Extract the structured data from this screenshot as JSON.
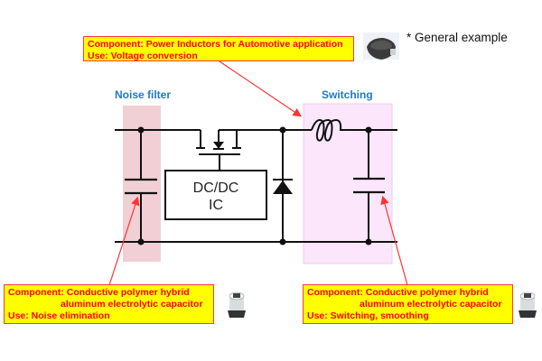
{
  "note": "* General example",
  "sections": {
    "noise_filter": "Noise filter",
    "switching": "Switching"
  },
  "ic": {
    "line1": "DC/DC",
    "line2": "IC"
  },
  "callouts": {
    "inductor": {
      "component": "Component: Power Inductors for Automotive application",
      "use": "Use: Voltage conversion",
      "image": "power-inductor-photo"
    },
    "noise_capacitor": {
      "component_line1": "Component:  Conductive polymer hybrid",
      "component_line2": "aluminum electrolytic capacitor",
      "use": "Use: Noise elimination",
      "image": "smd-electrolytic-capacitor-photo"
    },
    "switching_capacitor": {
      "component_line1": "Component: Conductive polymer hybrid",
      "component_line2": "aluminum electrolytic capacitor",
      "use": "Use: Switching, smoothing",
      "image": "smd-electrolytic-capacitor-photo"
    }
  },
  "colors": {
    "callout_bg": "#ffff00",
    "callout_text": "#ff0000",
    "pointer": "#ff3333",
    "noise_region": "#f0cfd5",
    "switching_region": "#fbe6fb",
    "section_label": "#1f7ac8",
    "wire": "#111111"
  }
}
